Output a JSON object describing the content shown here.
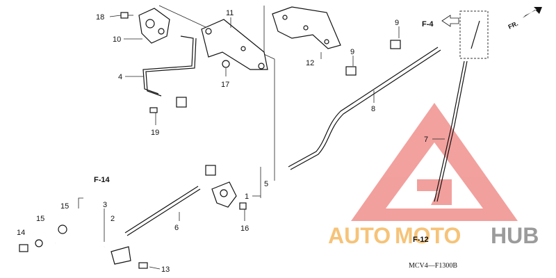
{
  "diagram": {
    "drawing_code": "MCV4—F1300B",
    "direction_label": "FR.",
    "references": {
      "f4": "F-4",
      "f12": "F-12",
      "f14": "F-14"
    },
    "callouts": {
      "c1": "1",
      "c2": "2",
      "c3": "3",
      "c4": "4",
      "c5": "5",
      "c6": "6",
      "c7": "7",
      "c8": "8",
      "c9a": "9",
      "c9b": "9",
      "c10": "10",
      "c11": "11",
      "c12": "12",
      "c13": "13",
      "c14": "14",
      "c15a": "15",
      "c15b": "15",
      "c16": "16",
      "c17": "17",
      "c18": "18",
      "c19": "19"
    }
  },
  "watermark": {
    "auto": "AUTO",
    "moto": "MOTO",
    "hub": "HUB",
    "colors": {
      "triangle": "#e8534e",
      "auto": "#f4b04b",
      "moto": "#f4b04b",
      "hub": "#7a7a7a"
    }
  }
}
